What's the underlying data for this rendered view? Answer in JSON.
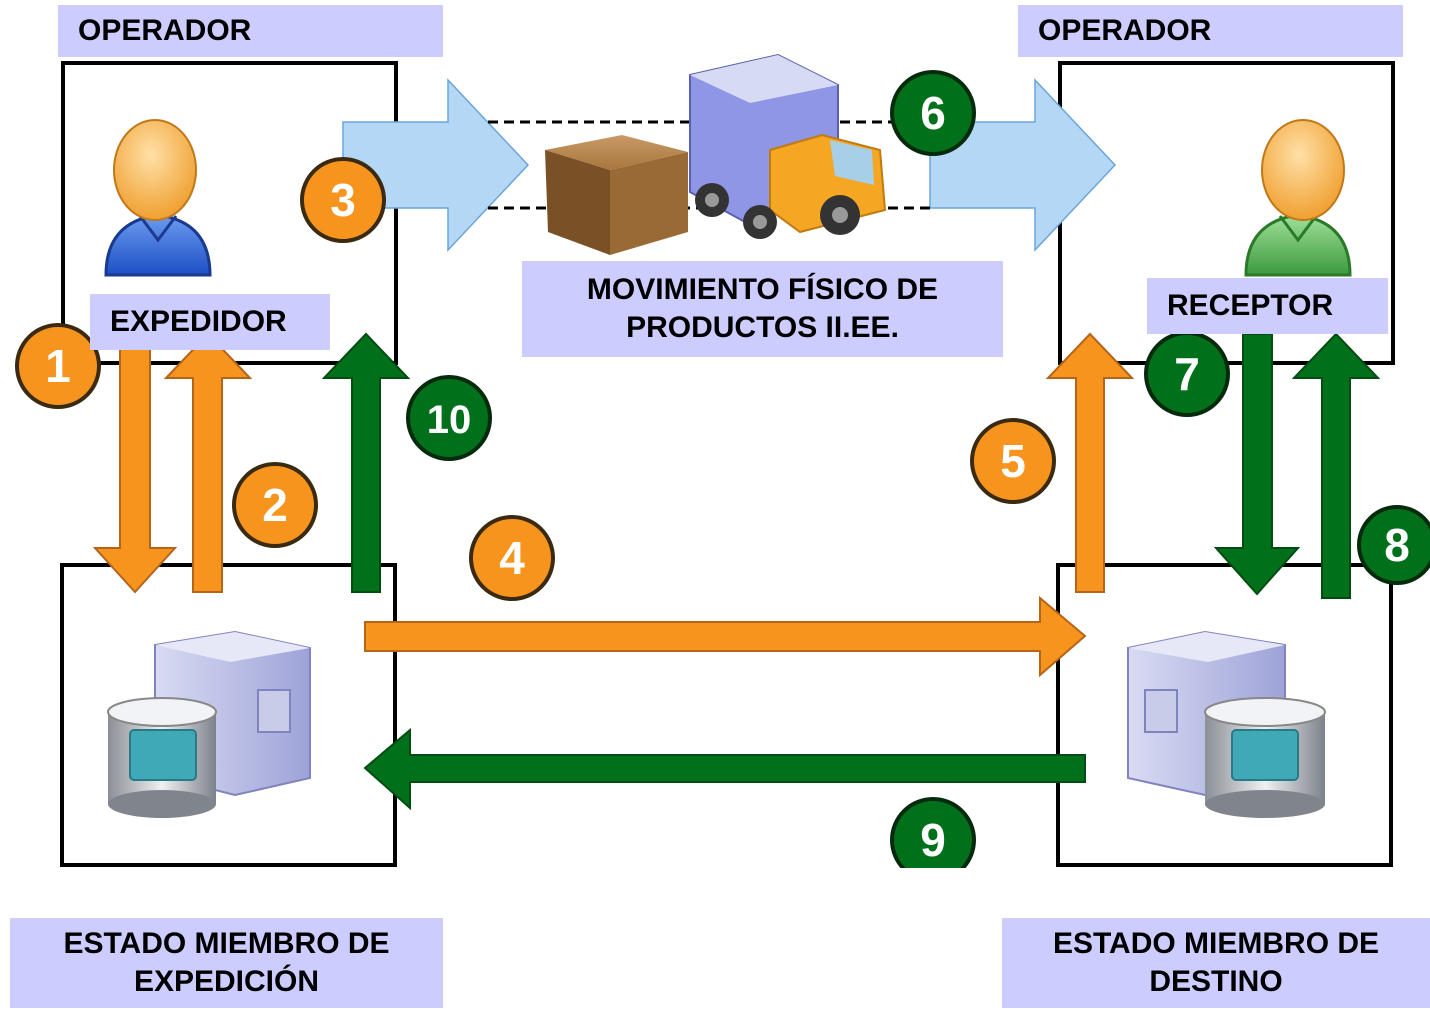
{
  "labels": {
    "operator_left": "OPERADOR",
    "operator_right": "OPERADOR",
    "expedidor": "EXPEDIDOR",
    "receptor": "RECEPTOR",
    "movement_line1": "MOVIMIENTO FÍSICO DE",
    "movement_line2": "PRODUCTOS II.EE.",
    "state_dispatch_line1": "ESTADO MIEMBRO DE",
    "state_dispatch_line2": "EXPEDICIÓN",
    "state_destination_line1": "ESTADO MIEMBRO DE",
    "state_destination_line2": "DESTINO"
  },
  "steps": [
    "1",
    "2",
    "3",
    "4",
    "5",
    "6",
    "7",
    "8",
    "9",
    "10"
  ],
  "colors": {
    "orange": "#f7941d",
    "green": "#00701a",
    "light_blue": "#b4d7f5",
    "label_bg": "#ccccff"
  },
  "icons": [
    "person-blue-icon",
    "person-green-icon",
    "box-icon",
    "truck-icon",
    "server-database-icon"
  ]
}
